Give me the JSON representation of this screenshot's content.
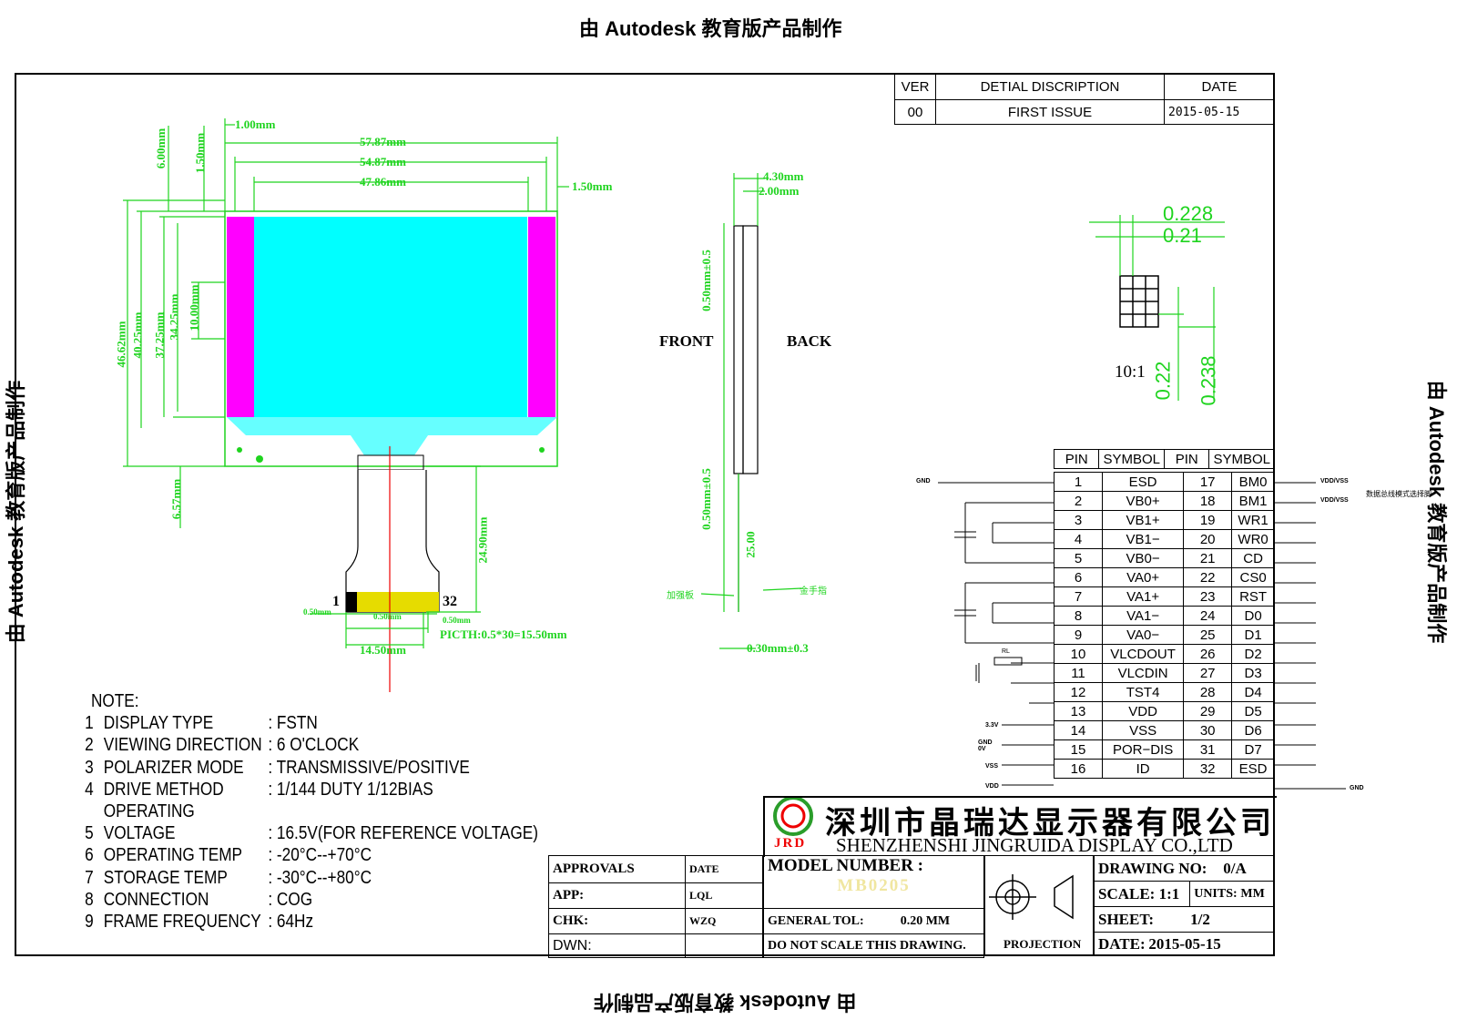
{
  "watermark": {
    "top": "由 Autodesk 教育版产品制作",
    "bottom": "由 Autodesk 教育版产品制作",
    "left": "由 Autodesk 教育版产品制作",
    "right": "由 Autodesk 教育版产品制作"
  },
  "revision": {
    "headers": [
      "VER",
      "DETIAL DISCRIPTION",
      "DATE"
    ],
    "row": [
      "00",
      "FIRST ISSUE",
      "2015-05-15"
    ]
  },
  "front_view": {
    "dims": {
      "d1": "1.00mm",
      "d2": "57.87mm",
      "d3": "54.87mm",
      "d4": "47.86mm",
      "d5": "1.50mm",
      "v1": "6.00mm",
      "v2": "1.50mm",
      "v3": "46.62mm",
      "v4": "40.25mm",
      "v5": "37.25mm",
      "v6": "34.25mm",
      "v7": "10.00mm",
      "v8": "6.57mm",
      "v9": "24.90mm",
      "p1": "0.50mm",
      "p2": "0.50mm",
      "p3": "0.50mm",
      "pitch": "PICTH:0.5*30=15.50mm",
      "w": "14.50mm"
    },
    "pin_first": "1",
    "pin_last": "32"
  },
  "side_view": {
    "front": "FRONT",
    "back": "BACK",
    "dims": {
      "t1": "4.30mm",
      "t2": "2.00mm",
      "s1": "0.50mm±0.5",
      "s2": "0.50mm±0.5",
      "s3": "25.00",
      "s4": "0.30mm±0.3"
    },
    "label_left": "加强板",
    "label_right": "金手指"
  },
  "pixel_detail": {
    "a": "0.228",
    "b": "0.21",
    "c": "0.22",
    "d": "0.238",
    "scale": "10:1"
  },
  "notes": {
    "title": "NOTE:",
    "items": [
      {
        "n": "1",
        "k": "DISPLAY TYPE",
        "v": ": FSTN"
      },
      {
        "n": "2",
        "k": "VIEWING DIRECTION",
        "v": ": 6  O'CLOCK"
      },
      {
        "n": "3",
        "k": "POLARIZER MODE",
        "v": ": TRANSMISSIVE/POSITIVE"
      },
      {
        "n": "4",
        "k": "DRIVE METHOD",
        "v": ": 1/144 DUTY   1/12BIAS"
      },
      {
        "n": "5",
        "k": "OPERATING VOLTAGE",
        "v": ": 16.5V(FOR REFERENCE VOLTAGE)"
      },
      {
        "n": "6",
        "k": "OPERATING TEMP",
        "v": ": -20°C--+70°C"
      },
      {
        "n": "7",
        "k": "STORAGE TEMP",
        "v": ": -30°C--+80°C"
      },
      {
        "n": "8",
        "k": "CONNECTION",
        "v": ": COG"
      },
      {
        "n": "9",
        "k": "FRAME FREQUENCY",
        "v": ": 64Hz"
      }
    ]
  },
  "pins": {
    "headers": [
      "PIN",
      "SYMBOL",
      "PIN",
      "SYMBOL"
    ],
    "rows": [
      [
        "1",
        "ESD",
        "17",
        "BM0"
      ],
      [
        "2",
        "VB0+",
        "18",
        "BM1"
      ],
      [
        "3",
        "VB1+",
        "19",
        "WR1"
      ],
      [
        "4",
        "VB1−",
        "20",
        "WR0"
      ],
      [
        "5",
        "VB0−",
        "21",
        "CD"
      ],
      [
        "6",
        "VA0+",
        "22",
        "CS0"
      ],
      [
        "7",
        "VA1+",
        "23",
        "RST"
      ],
      [
        "8",
        "VA1−",
        "24",
        "D0"
      ],
      [
        "9",
        "VA0−",
        "25",
        "D1"
      ],
      [
        "10",
        "VLCDOUT",
        "26",
        "D2"
      ],
      [
        "11",
        "VLCDIN",
        "27",
        "D3"
      ],
      [
        "12",
        "TST4",
        "28",
        "D4"
      ],
      [
        "13",
        "VDD",
        "29",
        "D5"
      ],
      [
        "14",
        "VSS",
        "30",
        "D6"
      ],
      [
        "15",
        "POR−DIS",
        "31",
        "D7"
      ],
      [
        "16",
        "ID",
        "32",
        "ESD"
      ]
    ]
  },
  "circuit": {
    "gnd": "GND",
    "vdd_vss_1": "VDD/VSS",
    "vdd_vss_2": "VDD/VSS",
    "bus_note": "数据总线模式选择脚",
    "rl": "RL",
    "v33": "3.3V",
    "gnd0v": "GND 0V",
    "vss": "VSS",
    "vdd": "VDD",
    "gnd_right": "GND"
  },
  "company": {
    "logo": "JRD",
    "name_cn": "深圳市晶瑞达显示器有限公司",
    "name_en": "SHENZHENSHI JINGRUIDA DISPLAY CO.,LTD"
  },
  "title_block": {
    "approvals": "APPROVALS",
    "date": "DATE",
    "app": "APP:",
    "app_v": "LQL",
    "chk": "CHK:",
    "chk_v": "WZQ",
    "dwn": "DWN:",
    "model_label": "MODEL NUMBER :",
    "model": "MB0205",
    "tol_label": "GENERAL TOL:",
    "tol": "0.20 MM",
    "noscale": "DO NOT SCALE THIS DRAWING.",
    "projection": "PROJECTION",
    "drawing_no": "DRAWING NO:",
    "drawing_no_v": "0/A",
    "scale": "SCALE: 1:1",
    "units": "UNITS:",
    "units_v": "MM",
    "sheet": "SHEET:",
    "sheet_v": "1/2",
    "date_label": "DATE:",
    "date_v": "2015-05-15"
  }
}
